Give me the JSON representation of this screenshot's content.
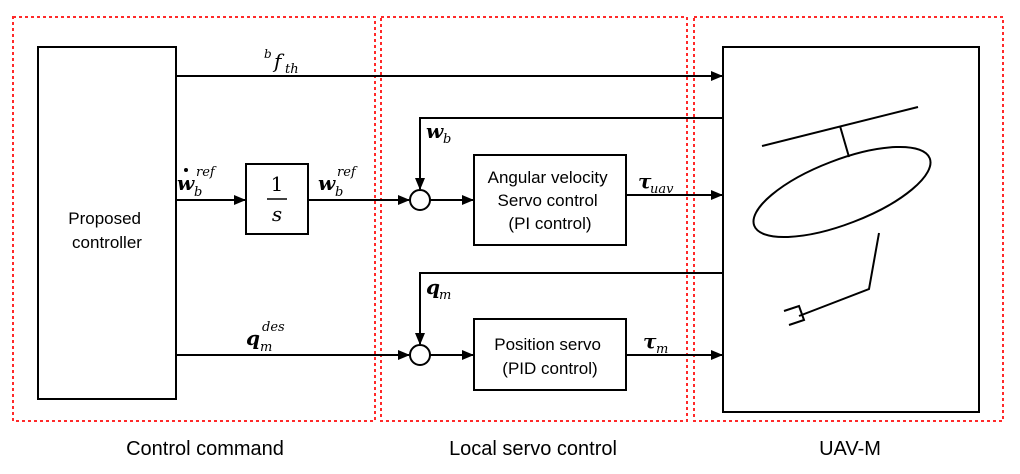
{
  "sections": {
    "control_command": "Control command",
    "local_servo": "Local servo control",
    "uav_m": "UAV-M"
  },
  "blocks": {
    "proposed_controller": [
      "Proposed",
      "controller"
    ],
    "integrator_num": "1",
    "integrator_den": "s",
    "angular_velocity_servo": [
      "Angular velocity",
      "Servo control",
      "(PI control)"
    ],
    "position_servo": [
      "Position servo",
      "(PID control)"
    ]
  },
  "signals": {
    "thrust": {
      "sup": "b",
      "base": "f",
      "sub": "th"
    },
    "wb_dot_ref": {
      "base": "w",
      "sub": "b",
      "sup": "ref"
    },
    "wb_ref": {
      "base": "w",
      "sub": "b",
      "sup": "ref"
    },
    "wb_feedback": {
      "base": "w",
      "sub": "b"
    },
    "tau_uav": {
      "base": "τ",
      "sub": "uav"
    },
    "qm_feedback": {
      "base": "q",
      "sub": "m"
    },
    "qm_des": {
      "base": "q",
      "sub": "m",
      "sup": "des"
    },
    "tau_m": {
      "base": "τ",
      "sub": "m"
    }
  },
  "colors": {
    "section_border": "#ff2a2a",
    "line": "#000000"
  }
}
